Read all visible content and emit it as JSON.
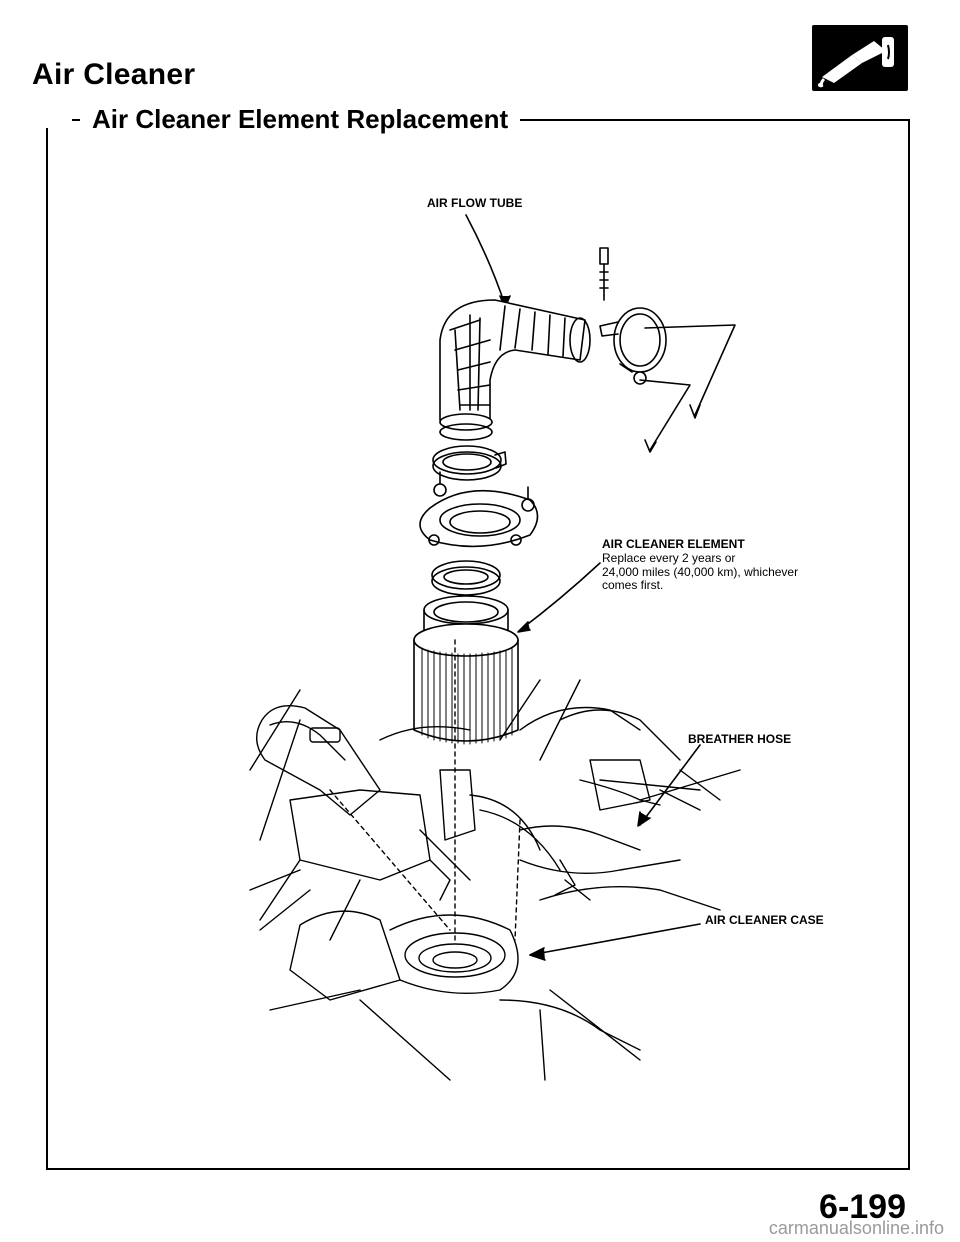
{
  "header": {
    "title": "Air Cleaner",
    "section": "Air Cleaner Element Replacement"
  },
  "labels": {
    "air_flow_tube": "AIR FLOW TUBE",
    "air_cleaner_element": "AIR CLEANER ELEMENT",
    "element_note_line1": "Replace every 2 years or",
    "element_note_line2": "24,000 miles (40,000 km), whichever",
    "element_note_line3": "comes first.",
    "breather_hose": "BREATHER HOSE",
    "air_cleaner_case": "AIR CLEANER CASE"
  },
  "footer": {
    "page_number": "6-199",
    "watermark": "carmanualsonline.info"
  },
  "icons": {
    "section_icon": "fuel-nozzle-icon"
  }
}
